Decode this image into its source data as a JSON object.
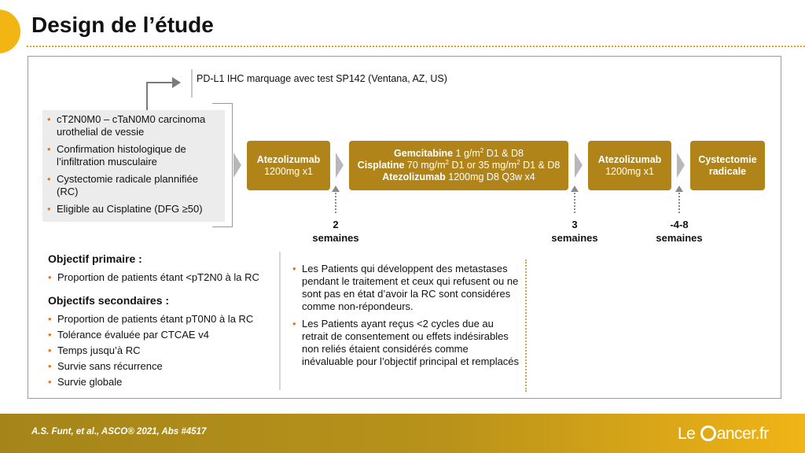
{
  "title": "Design de l’étude",
  "pdl1_text": "PD-L1 IHC marquage avec test SP142 (Ventana, AZ, US)",
  "inclusion": [
    "cT2N0M0 – cTaN0M0 carcinoma urothelial de vessie",
    "Confirmation histologique de l’infiltration musculaire",
    "Cystectomie radicale plannifiée (RC)",
    "Eligible au Cisplatine (DFG ≥50)"
  ],
  "boxes": {
    "atezo1": {
      "name": "Atezolizumab",
      "dose": "1200mg x1"
    },
    "combo": {
      "l1_name": "Gemcitabine",
      "l1_pre": " 1 g/m",
      "l1_sup": "2",
      "l1_post": " D1 & D8",
      "l2_name": "Cisplatine",
      "l2_pre": " 70 mg/m",
      "l2_sup1": "2",
      "l2_mid": " D1 or 35 mg/m",
      "l2_sup2": "2",
      "l2_post": " D1 & D8",
      "l3_name": "Atezolizumab",
      "l3_post": " 1200mg D8 Q3w x4"
    },
    "atezo2": {
      "name": "Atezolizumab",
      "dose": "1200mg x1"
    },
    "cystectomy": {
      "line1": "Cystectomie",
      "line2": "radicale"
    }
  },
  "timing": {
    "t1": {
      "value": "2",
      "unit": "semaines"
    },
    "t2": {
      "value": "3",
      "unit": "semaines"
    },
    "t3": {
      "value": "-4-8",
      "unit": "semaines"
    }
  },
  "objectives": {
    "primary_title": "Objectif primaire :",
    "primary": [
      "Proportion de patients étant <pT2N0 à la RC"
    ],
    "secondary_title": "Objectifs secondaires :",
    "secondary": [
      "Proportion de patients étant pT0N0 à la RC",
      "Tolérance évaluée par CTCAE v4",
      "Temps jusqu’à  RC",
      "Survie sans récurrence",
      "Survie globale"
    ]
  },
  "notes": [
    "Les Patients qui développent des metastases pendant le traitement et ceux qui refusent ou ne sont pas en état d’avoir la RC sont considéres comme non-répondeurs.",
    "Les Patients ayant reçus <2 cycles due au retrait de consentement ou effets indésirables non reliés étaient considérés comme inévaluable pour l’objectif principal et remplacés"
  ],
  "footer": {
    "citation": "A.S. Funt, et al.,  ASCO® 2021, Abs #4517",
    "logo_left": "Le ",
    "logo_right": "ancer.fr"
  },
  "colors": {
    "accent_gold": "#b08418",
    "bullet_orange": "#e07a1f",
    "corner_yellow": "#f2b514"
  }
}
